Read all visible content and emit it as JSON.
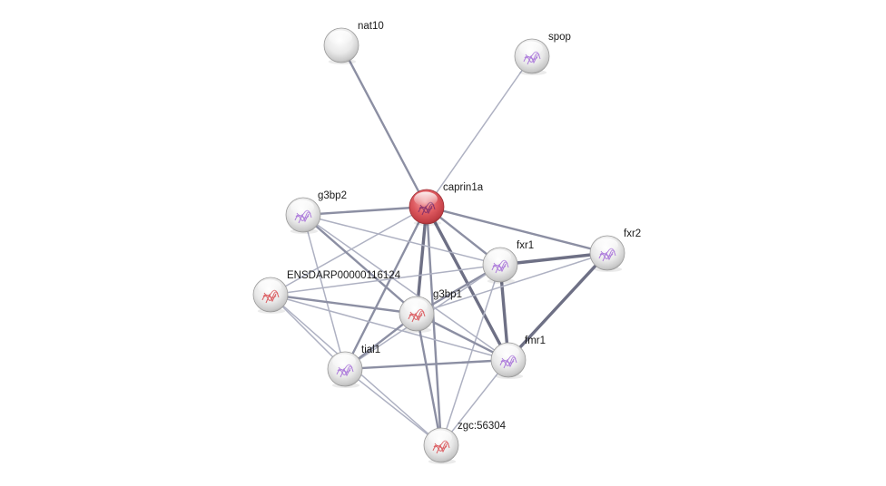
{
  "network": {
    "nodes": [
      {
        "id": "nat10",
        "label": "nat10",
        "query": false,
        "structure": "none"
      },
      {
        "id": "spop",
        "label": "spop",
        "query": false,
        "structure": "purple"
      },
      {
        "id": "caprin1a",
        "label": "caprin1a",
        "query": true,
        "structure": "dark"
      },
      {
        "id": "g3bp2",
        "label": "g3bp2",
        "query": false,
        "structure": "purple"
      },
      {
        "id": "fxr1",
        "label": "fxr1",
        "query": false,
        "structure": "purple"
      },
      {
        "id": "fxr2",
        "label": "fxr2",
        "query": false,
        "structure": "purple"
      },
      {
        "id": "ensdarp",
        "label": "ENSDARP00000116124",
        "query": false,
        "structure": "red"
      },
      {
        "id": "g3bp1",
        "label": "g3bp1",
        "query": false,
        "structure": "red"
      },
      {
        "id": "tial1",
        "label": "tial1",
        "query": false,
        "structure": "purple"
      },
      {
        "id": "fmr1",
        "label": "fmr1",
        "query": false,
        "structure": "purple"
      },
      {
        "id": "zgc56304",
        "label": "zgc:56304",
        "query": false,
        "structure": "red"
      }
    ],
    "edges": [
      {
        "source": "nat10",
        "target": "caprin1a",
        "confidence": "medium"
      },
      {
        "source": "spop",
        "target": "caprin1a",
        "confidence": "low"
      },
      {
        "source": "caprin1a",
        "target": "g3bp2",
        "confidence": "medium"
      },
      {
        "source": "caprin1a",
        "target": "fxr1",
        "confidence": "medium"
      },
      {
        "source": "caprin1a",
        "target": "fxr2",
        "confidence": "medium"
      },
      {
        "source": "caprin1a",
        "target": "ensdarp",
        "confidence": "low"
      },
      {
        "source": "caprin1a",
        "target": "g3bp1",
        "confidence": "high"
      },
      {
        "source": "caprin1a",
        "target": "tial1",
        "confidence": "medium"
      },
      {
        "source": "caprin1a",
        "target": "fmr1",
        "confidence": "high"
      },
      {
        "source": "caprin1a",
        "target": "zgc56304",
        "confidence": "medium"
      },
      {
        "source": "g3bp2",
        "target": "fxr1",
        "confidence": "low"
      },
      {
        "source": "g3bp2",
        "target": "g3bp1",
        "confidence": "medium"
      },
      {
        "source": "g3bp2",
        "target": "tial1",
        "confidence": "low"
      },
      {
        "source": "g3bp2",
        "target": "fmr1",
        "confidence": "low"
      },
      {
        "source": "fxr1",
        "target": "fxr2",
        "confidence": "high"
      },
      {
        "source": "fxr1",
        "target": "fmr1",
        "confidence": "high"
      },
      {
        "source": "fxr1",
        "target": "g3bp1",
        "confidence": "medium"
      },
      {
        "source": "fxr1",
        "target": "ensdarp",
        "confidence": "low"
      },
      {
        "source": "fxr1",
        "target": "tial1",
        "confidence": "low"
      },
      {
        "source": "fxr1",
        "target": "zgc56304",
        "confidence": "low"
      },
      {
        "source": "fxr2",
        "target": "fmr1",
        "confidence": "high"
      },
      {
        "source": "fxr2",
        "target": "g3bp1",
        "confidence": "low"
      },
      {
        "source": "ensdarp",
        "target": "g3bp1",
        "confidence": "medium"
      },
      {
        "source": "ensdarp",
        "target": "tial1",
        "confidence": "low"
      },
      {
        "source": "ensdarp",
        "target": "fmr1",
        "confidence": "low"
      },
      {
        "source": "ensdarp",
        "target": "zgc56304",
        "confidence": "low"
      },
      {
        "source": "g3bp1",
        "target": "tial1",
        "confidence": "medium"
      },
      {
        "source": "g3bp1",
        "target": "fmr1",
        "confidence": "medium"
      },
      {
        "source": "g3bp1",
        "target": "zgc56304",
        "confidence": "medium"
      },
      {
        "source": "tial1",
        "target": "fmr1",
        "confidence": "medium"
      },
      {
        "source": "tial1",
        "target": "zgc56304",
        "confidence": "low"
      },
      {
        "source": "fmr1",
        "target": "zgc56304",
        "confidence": "low"
      }
    ]
  },
  "colors": {
    "query_node": "#d9484f",
    "node_fill": "#e6e6e6",
    "edge_high": "#6e7085",
    "edge_medium": "#8c8fa3",
    "edge_low": "#aeb1c2",
    "structure_purple": "#a36ad8",
    "structure_red": "#d8474c",
    "structure_dark": "#7a2a6a"
  }
}
